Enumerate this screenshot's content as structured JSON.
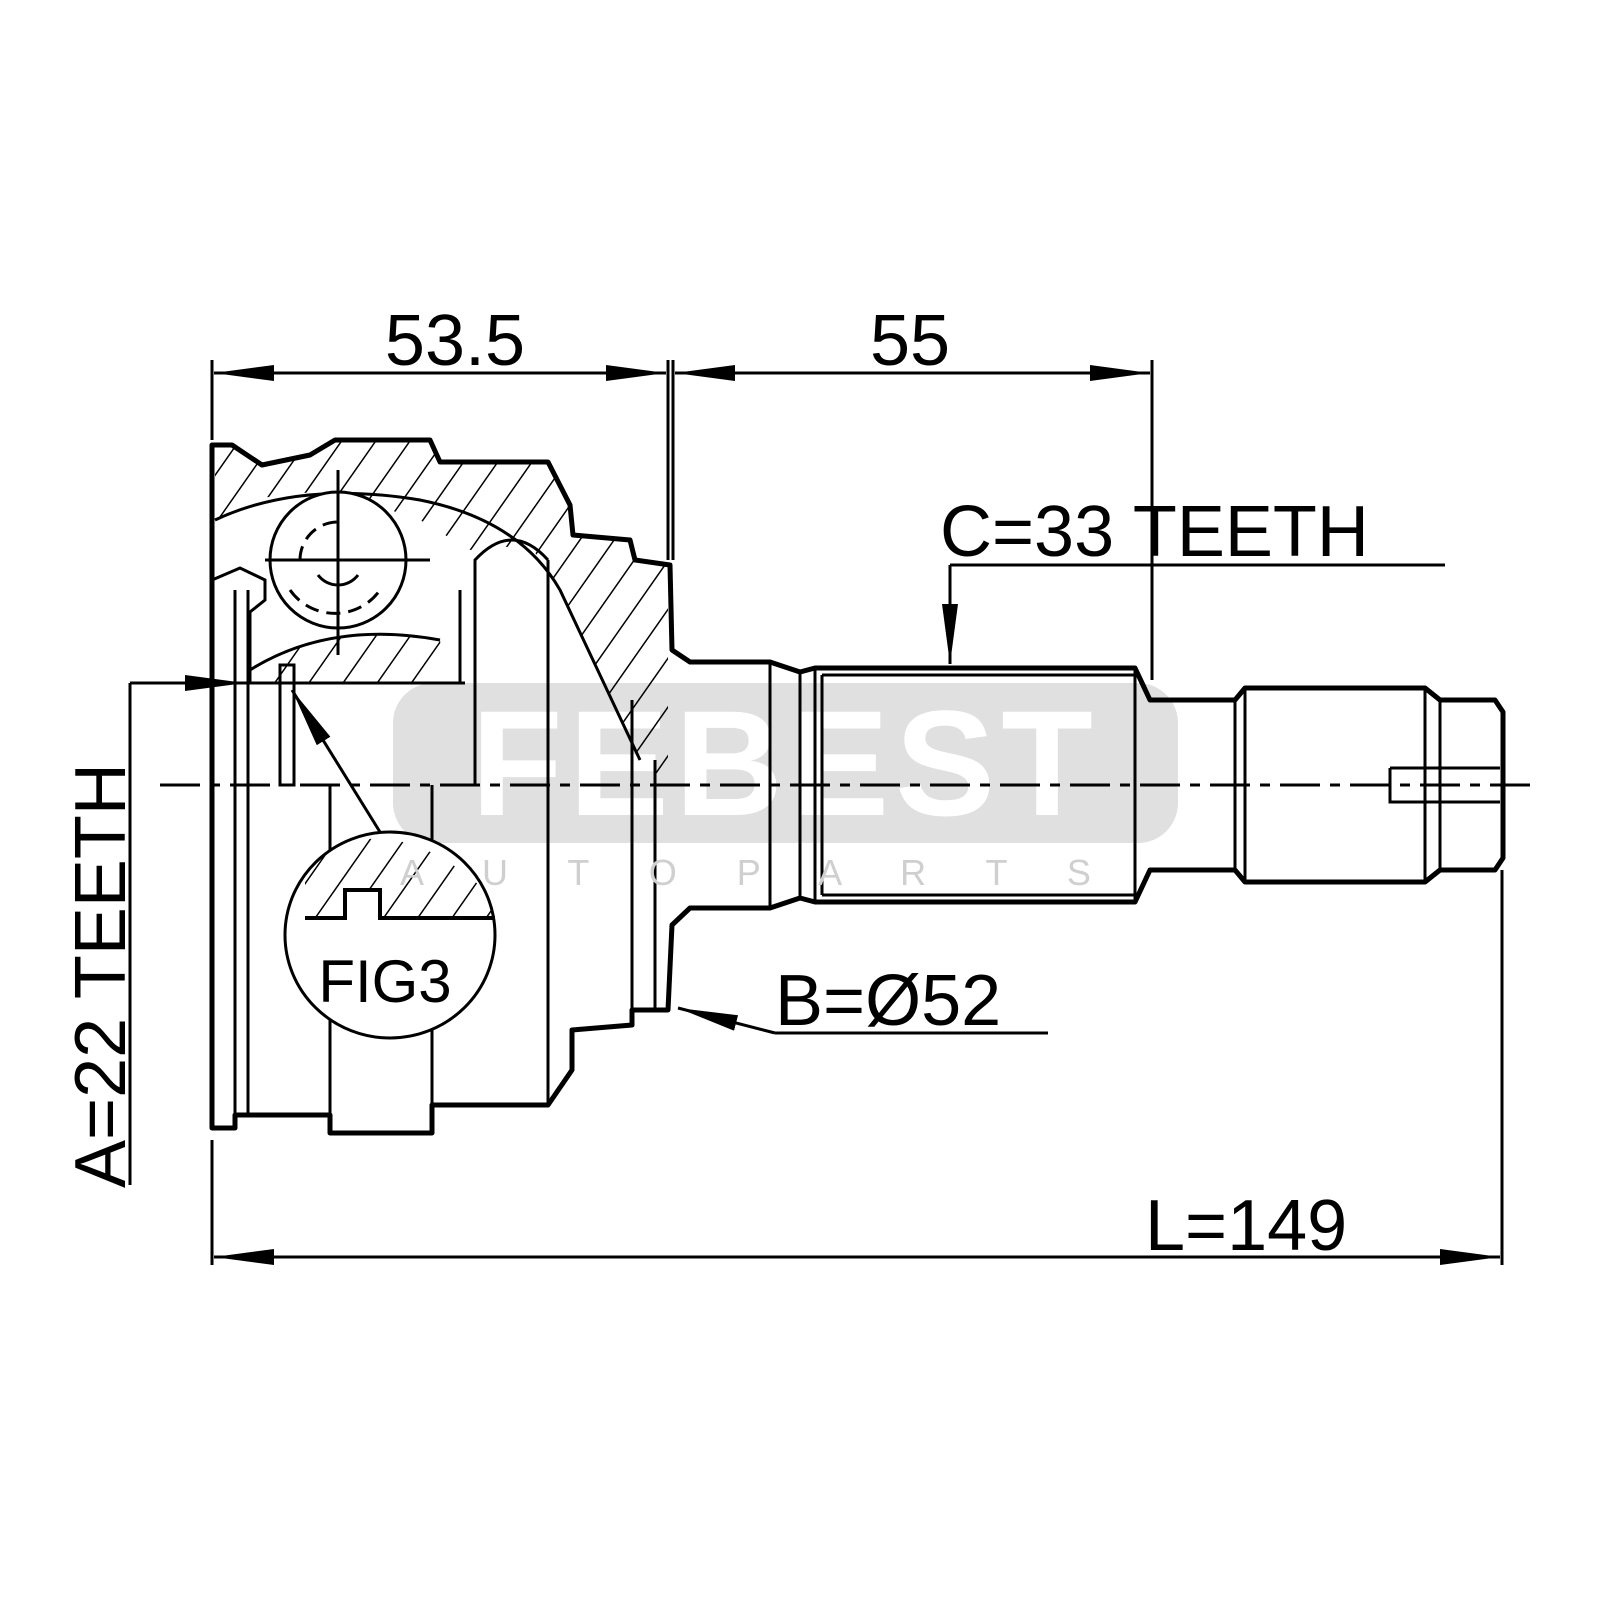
{
  "drawing": {
    "dimensions": {
      "joint_length": "53.5",
      "shaft_length": "55",
      "spline_c": "C=33 TEETH",
      "spline_a": "A=22 TEETH",
      "diameter_b": "B=Ø52",
      "total_length": "L=149"
    },
    "detail_label": "FIG3",
    "watermark": {
      "brand": "FEBEST",
      "tagline": "A U T O P A R T S"
    }
  }
}
